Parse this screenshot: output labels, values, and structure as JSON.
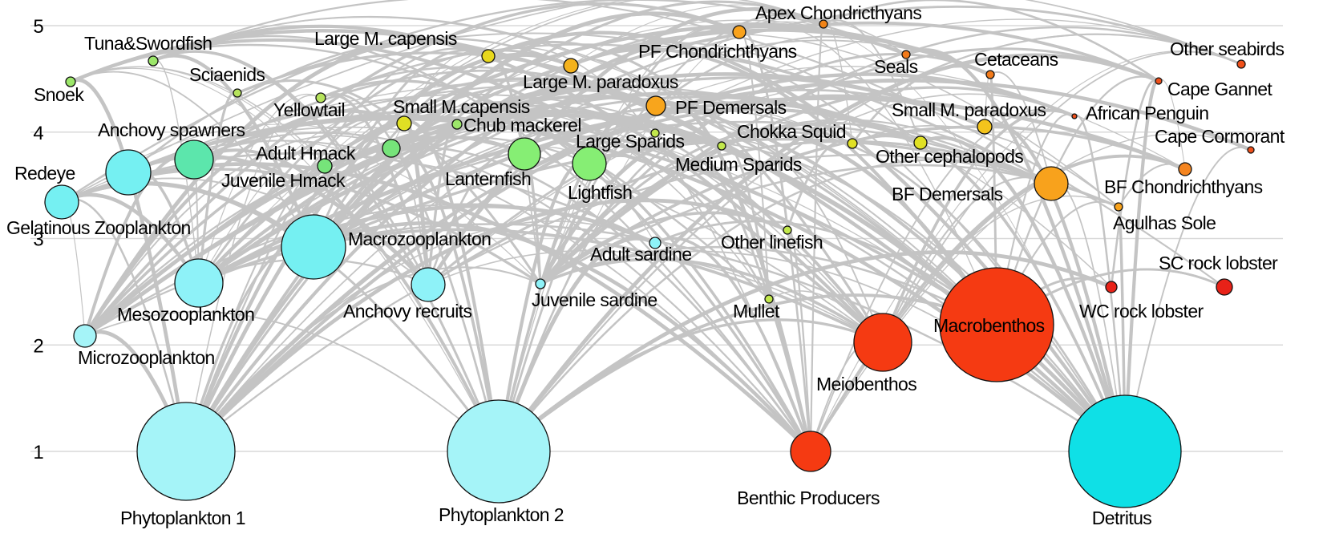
{
  "chart_data": {
    "type": "food-web",
    "y_axis": {
      "ticks": [
        1,
        2,
        3,
        4,
        5
      ],
      "ylim": [
        0.9,
        5.1
      ]
    },
    "grid": true,
    "nodes": [
      {
        "id": "phyto1",
        "label": "Phytoplankton 1",
        "trophic_level": 1.0,
        "color": "#a5f4f8"
      },
      {
        "id": "phyto2",
        "label": "Phytoplankton 2",
        "trophic_level": 1.0,
        "color": "#a5f4f8"
      },
      {
        "id": "benthicprod",
        "label": "Benthic Producers",
        "trophic_level": 1.0,
        "color": "#f53a12"
      },
      {
        "id": "detritus",
        "label": "Detritus",
        "trophic_level": 1.0,
        "color": "#0fe0e6"
      },
      {
        "id": "microzoo",
        "label": "Microzooplankton",
        "trophic_level": 2.1,
        "color": "#a5f4f8"
      },
      {
        "id": "mesozoo",
        "label": "Mesozooplankton",
        "trophic_level": 2.6,
        "color": "#8ef2f8"
      },
      {
        "id": "anchrec",
        "label": "Anchovy recruits",
        "trophic_level": 2.6,
        "color": "#8ef2f8"
      },
      {
        "id": "juvsard",
        "label": "Juvenile sardine",
        "trophic_level": 2.6,
        "color": "#8ef2f8"
      },
      {
        "id": "macrozoo",
        "label": "Macrozooplankton",
        "trophic_level": 3.0,
        "color": "#75f0f2"
      },
      {
        "id": "adsard",
        "label": "Adult sardine",
        "trophic_level": 3.0,
        "color": "#8ef2f8"
      },
      {
        "id": "gelzoo",
        "label": "Gelatinous Zooplankton",
        "trophic_level": 3.4,
        "color": "#75f0f2"
      },
      {
        "id": "redeye",
        "label": "Redeye",
        "trophic_level": 3.7,
        "color": "#75f0f2"
      },
      {
        "id": "anchspawn",
        "label": "Anchovy spawners",
        "trophic_level": 3.8,
        "color": "#5ce6ac"
      },
      {
        "id": "adhmack",
        "label": "Adult Hmack",
        "trophic_level": 3.9,
        "color": "#76e47a"
      },
      {
        "id": "juvhmack",
        "label": "Juvenile Hmack",
        "trophic_level": 3.7,
        "color": "#76e47a"
      },
      {
        "id": "lanternfish",
        "label": "Lanternfish",
        "trophic_level": 3.8,
        "color": "#86ee74"
      },
      {
        "id": "lightfish",
        "label": "Lightfish",
        "trophic_level": 3.7,
        "color": "#86ee74"
      },
      {
        "id": "snoek",
        "label": "Snoek",
        "trophic_level": 4.5,
        "color": "#9ce76a"
      },
      {
        "id": "tunasword",
        "label": "Tuna&Swordfish",
        "trophic_level": 4.7,
        "color": "#9ce76a"
      },
      {
        "id": "sciaenids",
        "label": "Sciaenids",
        "trophic_level": 4.4,
        "color": "#b6e35c"
      },
      {
        "id": "yellowtail",
        "label": "Yellowtail",
        "trophic_level": 4.3,
        "color": "#b6e35c"
      },
      {
        "id": "chubmack",
        "label": "Chub mackerel",
        "trophic_level": 4.1,
        "color": "#9ce76a"
      },
      {
        "id": "smallmcap",
        "label": "Small M.capensis",
        "trophic_level": 4.1,
        "color": "#e0e024"
      },
      {
        "id": "largemcap",
        "label": "Large M. capensis",
        "trophic_level": 4.7,
        "color": "#e8d81c"
      },
      {
        "id": "largemparad",
        "label": "Large M. paradoxus",
        "trophic_level": 4.6,
        "color": "#f4b21c"
      },
      {
        "id": "pfchondr",
        "label": "PF Chondrichthyans",
        "trophic_level": 4.9,
        "color": "#f8a21c"
      },
      {
        "id": "apexchondr",
        "label": "Apex Chondricthyans",
        "trophic_level": 5.0,
        "color": "#f28418"
      },
      {
        "id": "pfdemersals",
        "label": "PF Demersals",
        "trophic_level": 4.3,
        "color": "#f8a51c"
      },
      {
        "id": "largesparids",
        "label": "Large Sparids",
        "trophic_level": 4.0,
        "color": "#c2e84c"
      },
      {
        "id": "mediumsparids",
        "label": "Medium Sparids",
        "trophic_level": 3.9,
        "color": "#c2e84c"
      },
      {
        "id": "chokka",
        "label": "Chokka Squid",
        "trophic_level": 3.9,
        "color": "#e0e024"
      },
      {
        "id": "othercephal",
        "label": "Other cephalopods",
        "trophic_level": 3.9,
        "color": "#e0e024"
      },
      {
        "id": "smallmparad",
        "label": "Small M. paradoxus",
        "trophic_level": 4.0,
        "color": "#f4c41c"
      },
      {
        "id": "seals",
        "label": "Seals",
        "trophic_level": 4.7,
        "color": "#f27a1a"
      },
      {
        "id": "cetaceans",
        "label": "Cetaceans",
        "trophic_level": 4.5,
        "color": "#f27a1a"
      },
      {
        "id": "otherseabirds",
        "label": "Other seabirds",
        "trophic_level": 4.6,
        "color": "#f0501a"
      },
      {
        "id": "capegannet",
        "label": "Cape Gannet",
        "trophic_level": 4.5,
        "color": "#f0501a"
      },
      {
        "id": "afpenguin",
        "label": "African Penguin",
        "trophic_level": 4.2,
        "color": "#f0501a"
      },
      {
        "id": "capecorm",
        "label": "Cape Cormorant",
        "trophic_level": 3.9,
        "color": "#f0501a"
      },
      {
        "id": "bfdemersals",
        "label": "BF Demersals",
        "trophic_level": 3.5,
        "color": "#f8a21c"
      },
      {
        "id": "bfchondr",
        "label": "BF Chondrichthyans",
        "trophic_level": 3.7,
        "color": "#f58520"
      },
      {
        "id": "agulhassole",
        "label": "Agulhas Sole",
        "trophic_level": 3.4,
        "color": "#f8a21c"
      },
      {
        "id": "otherlinefish",
        "label": "Other linefish",
        "trophic_level": 3.1,
        "color": "#c2e84c"
      },
      {
        "id": "mullet",
        "label": "Mullet",
        "trophic_level": 2.4,
        "color": "#c2e84c"
      },
      {
        "id": "meiobenthos",
        "label": "Meiobenthos",
        "trophic_level": 2.0,
        "color": "#f53a12"
      },
      {
        "id": "macrobenthos",
        "label": "Macrobenthos",
        "trophic_level": 2.1,
        "color": "#f53a12"
      },
      {
        "id": "wcrocklob",
        "label": "WC rock lobster",
        "trophic_level": 2.5,
        "color": "#e82218"
      },
      {
        "id": "scrocklob",
        "label": "SC rock lobster",
        "trophic_level": 2.5,
        "color": "#e82218"
      }
    ]
  }
}
